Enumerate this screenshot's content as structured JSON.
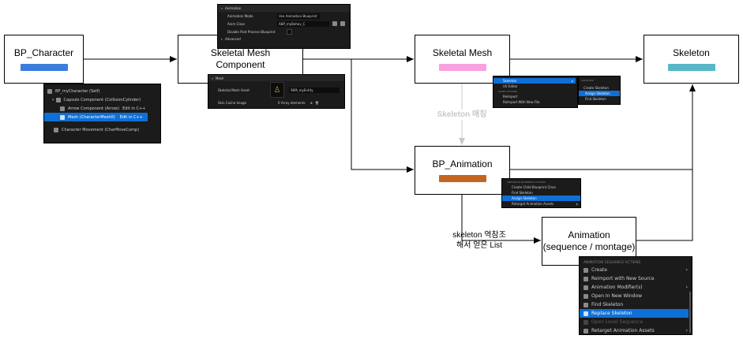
{
  "nodes": {
    "bp_character": {
      "label": "BP_Character",
      "bar_color": "#3b7ddd"
    },
    "skeletal_mesh_component": {
      "label": "Skeletal Mesh\nComponent"
    },
    "skeletal_mesh": {
      "label": "Skeletal Mesh",
      "bar_color": "#f7a1e0"
    },
    "skeleton": {
      "label": "Skeleton",
      "bar_color": "#57b7c8"
    },
    "bp_animation": {
      "label": "BP_Animation",
      "bar_color": "#c4651f"
    },
    "animation": {
      "label": "Animation\n(sequence / montage)"
    }
  },
  "edge_labels": {
    "skeleton_matching": "Skeleton 매칭",
    "skeleton_ref_list": "skeleton 역참조\n해서 얻은 List"
  },
  "colors": {
    "edge": "#000000",
    "edge_light": "#c8c8c8",
    "highlight": "#0f6fd6",
    "panel_bg": "#1b1b1b"
  },
  "panels": {
    "components": {
      "rows": [
        {
          "text": "BP_myCharacter (Self)",
          "icon": "person-icon"
        },
        {
          "text": "Capsule Component (CollisionCylinder)",
          "icon": "capsule-icon"
        },
        {
          "text": "Arrow Component (Arrow)",
          "right": "Edit in C++",
          "icon": "arrow-icon"
        },
        {
          "text": "Mesh (CharacterMesh0)",
          "right": "Edit in C++",
          "icon": "mesh-icon",
          "selected": true
        },
        {
          "text": "Character Movement (CharMoveComp)",
          "icon": "walk-icon"
        }
      ]
    },
    "animation_props": {
      "section": "Animation",
      "rows": [
        {
          "label": "Animation Mode",
          "value": "Use Animation Blueprint"
        },
        {
          "label": "Anim Class",
          "value": "ABP_myBehav_C"
        },
        {
          "label": "Disable Post Process Blueprint",
          "value": ""
        }
      ],
      "footer": "Advanced"
    },
    "mesh_props": {
      "section": "Mesh",
      "rows": [
        {
          "label": "Skeletal Mesh Asset",
          "value": "SKM_myEntity"
        },
        {
          "label": "Skin Cache Usage",
          "value": "0 Array elements"
        }
      ]
    },
    "skeletal_mesh_menu": {
      "items": [
        {
          "text": "Skeleton",
          "selected": true,
          "arrow": true
        },
        {
          "text": "UV Editor"
        },
        {
          "text": "Reimport"
        },
        {
          "text": "Reimport With New File"
        }
      ],
      "section": "ASSET ACTIONS",
      "submenu_section": "SKELETON",
      "submenu": [
        {
          "text": "Create Skeleton"
        },
        {
          "text": "Assign Skeleton",
          "selected": true
        },
        {
          "text": "Find Skeleton"
        }
      ]
    },
    "anim_bp_menu": {
      "section": "ANIMATION BLUEPRINT ACTIONS",
      "items": [
        {
          "text": "Create Child Blueprint Class"
        },
        {
          "text": "Find Skeleton"
        },
        {
          "text": "Assign Skeleton",
          "selected": true
        },
        {
          "text": "Retarget Animation Assets",
          "arrow": true
        }
      ]
    },
    "anim_seq_menu": {
      "section": "ANIMATION SEQUENCE ACTIONS",
      "items": [
        {
          "text": "Create",
          "arrow": true
        },
        {
          "text": "Reimport with New Source"
        },
        {
          "text": "Animation Modifier(s)",
          "arrow": true
        },
        {
          "text": "Open In New Window"
        },
        {
          "text": "Find Skeleton"
        },
        {
          "text": "Replace Skeleton",
          "selected": true
        },
        {
          "text": "Open Level Sequence",
          "disabled": true
        },
        {
          "text": "Retarget Animation Assets",
          "arrow": true
        }
      ]
    }
  }
}
